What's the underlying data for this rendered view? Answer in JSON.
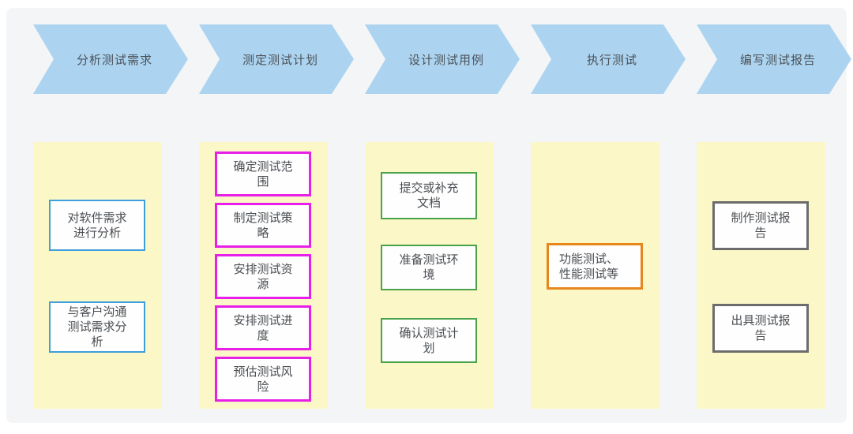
{
  "colors": {
    "page_background": "#FFFFFF",
    "board_background": "#F4F5F6",
    "chevron_fill": "#ACD4F1",
    "chevron_text": "#4B5157",
    "column_fill": "#FCF7C6",
    "box_fill": "#FEFEFE",
    "box_text": "#4A4E52",
    "stage1_border": "#3D9FDB",
    "stage2_border": "#E81FE8",
    "stage3_border": "#4AA34A",
    "stage4_border": "#E7861B",
    "stage5_border": "#6C6C6C"
  },
  "stages": [
    {
      "id": "analyze-test-requirements",
      "chevron_label": "分析测试需求",
      "box_border_color": "#3D9FDB",
      "boxes": [
        {
          "label": "对软件需求\n进行分析"
        },
        {
          "label": "与客户沟通\n测试需求分\n析"
        }
      ]
    },
    {
      "id": "define-test-plan",
      "chevron_label": "测定测试计划",
      "box_border_color": "#E81FE8",
      "boxes": [
        {
          "label": "确定测试范\n围"
        },
        {
          "label": "制定测试策\n略"
        },
        {
          "label": "安排测试资\n源"
        },
        {
          "label": "安排测试进\n度"
        },
        {
          "label": "预估测试风\n险"
        }
      ]
    },
    {
      "id": "design-test-cases",
      "chevron_label": "设计测试用例",
      "box_border_color": "#4AA34A",
      "boxes": [
        {
          "label": "提交或补充\n文档"
        },
        {
          "label": "准备测试环\n境"
        },
        {
          "label": "确认测试计\n划"
        }
      ]
    },
    {
      "id": "execute-tests",
      "chevron_label": "执行测试",
      "box_border_color": "#E7861B",
      "boxes": [
        {
          "label": "功能测试、\n性能测试等"
        }
      ]
    },
    {
      "id": "write-test-report",
      "chevron_label": "编写测试报告",
      "box_border_color": "#6C6C6C",
      "boxes": [
        {
          "label": "制作测试报\n告"
        },
        {
          "label": "出具测试报\n告"
        }
      ]
    }
  ]
}
